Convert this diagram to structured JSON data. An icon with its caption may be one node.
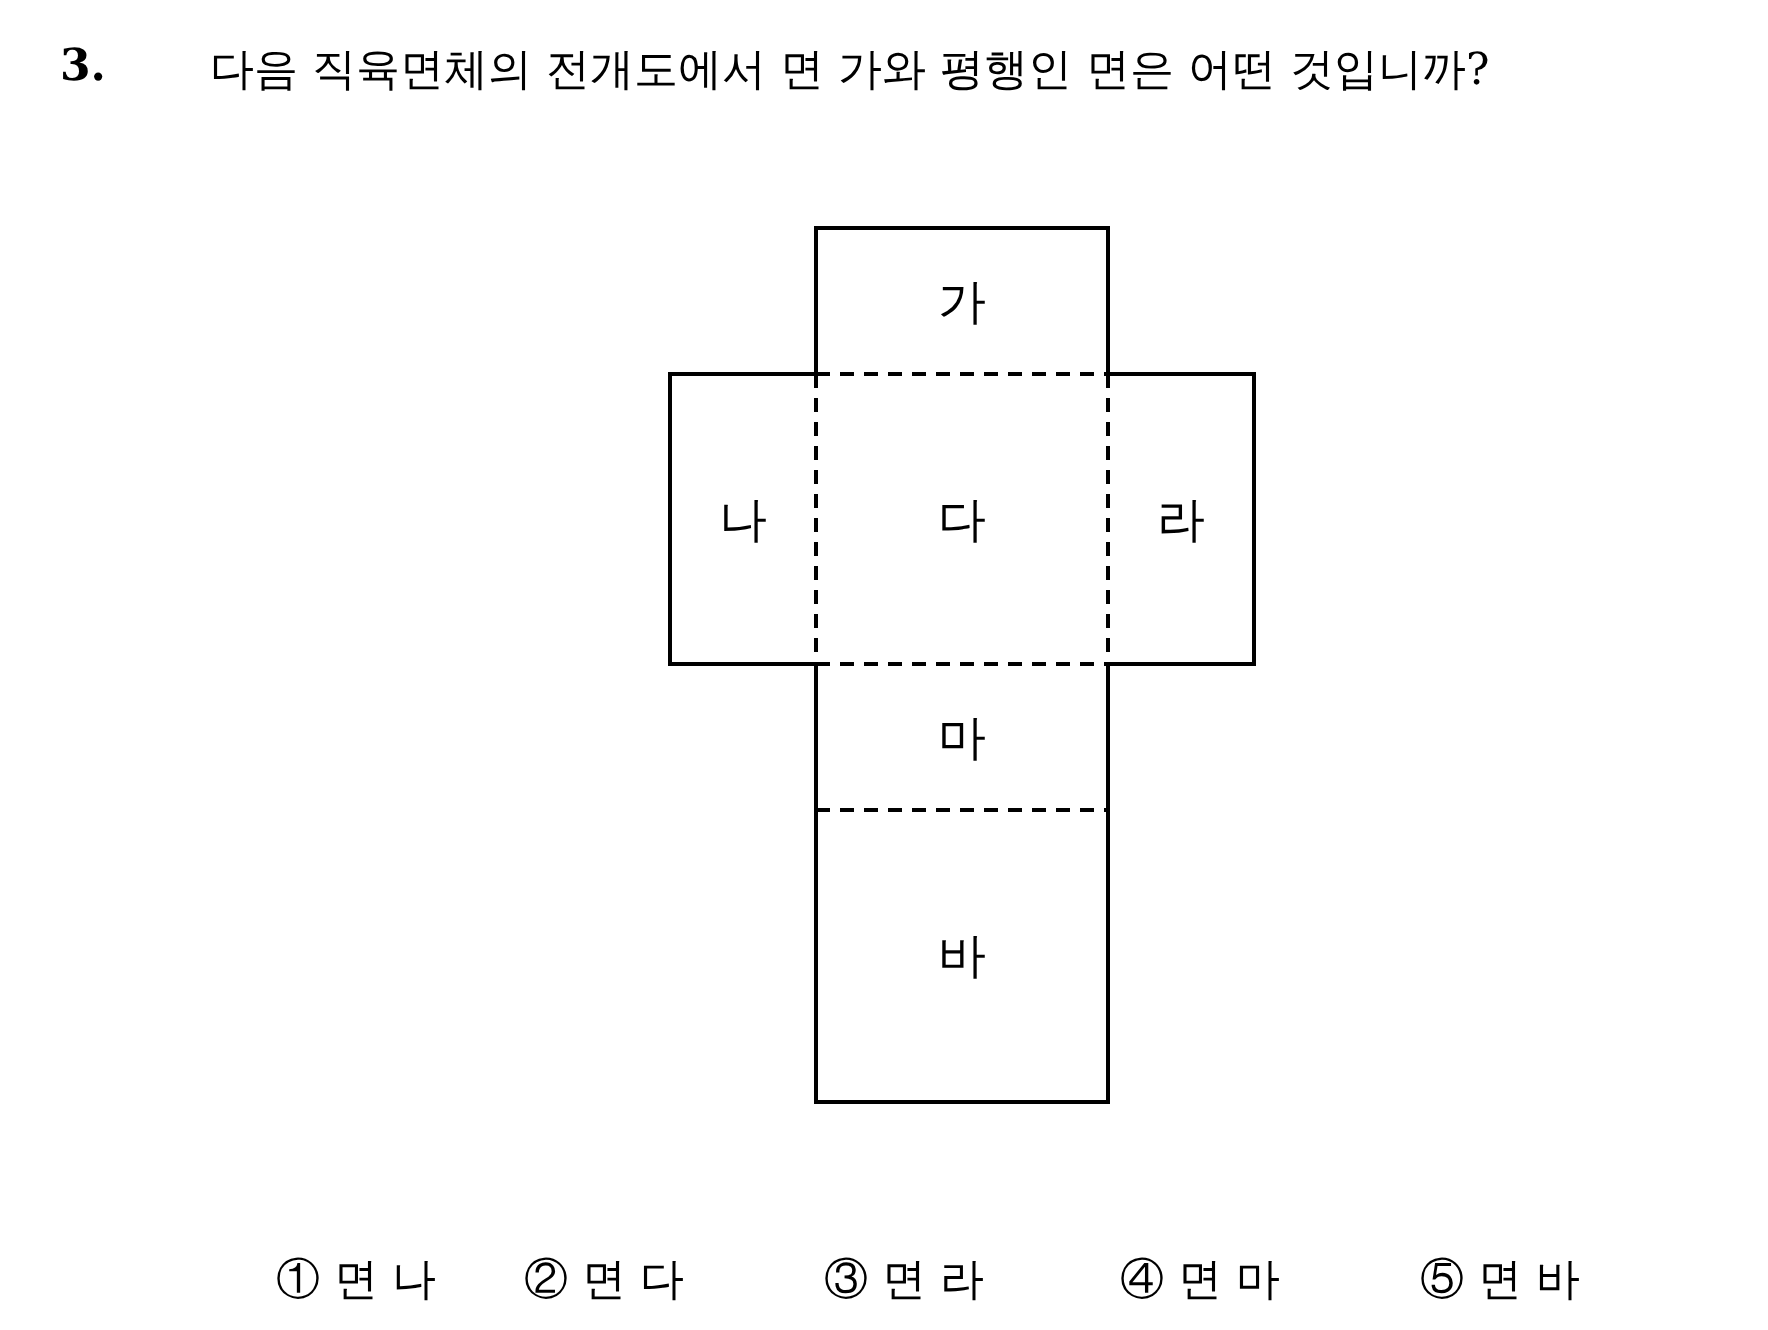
{
  "diagram": {
    "title": "다음 직육면체의 전개도에서 면 가와 평행인 면은 어떤 것입니까?",
    "nodes": [
      {
        "text": [
          "가"
        ]
      },
      {
        "text": [
          "나"
        ]
      },
      {
        "text": [
          "다"
        ]
      },
      {
        "text": [
          "라"
        ]
      },
      {
        "text": [
          "마"
        ]
      },
      {
        "text": [
          "바"
        ]
      }
    ],
    "labels": [
      "3.",
      "① 면 나",
      "② 면 다",
      "③ 면 라",
      "④ 면 마",
      "⑤ 면 바"
    ]
  }
}
